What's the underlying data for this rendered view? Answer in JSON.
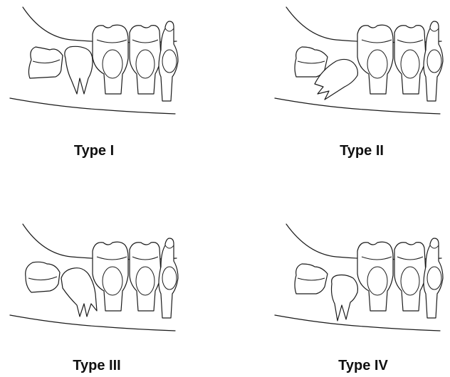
{
  "panels": [
    {
      "label": "Type I"
    },
    {
      "label": "Type II"
    },
    {
      "label": "Type III"
    },
    {
      "label": "Type IV"
    }
  ]
}
